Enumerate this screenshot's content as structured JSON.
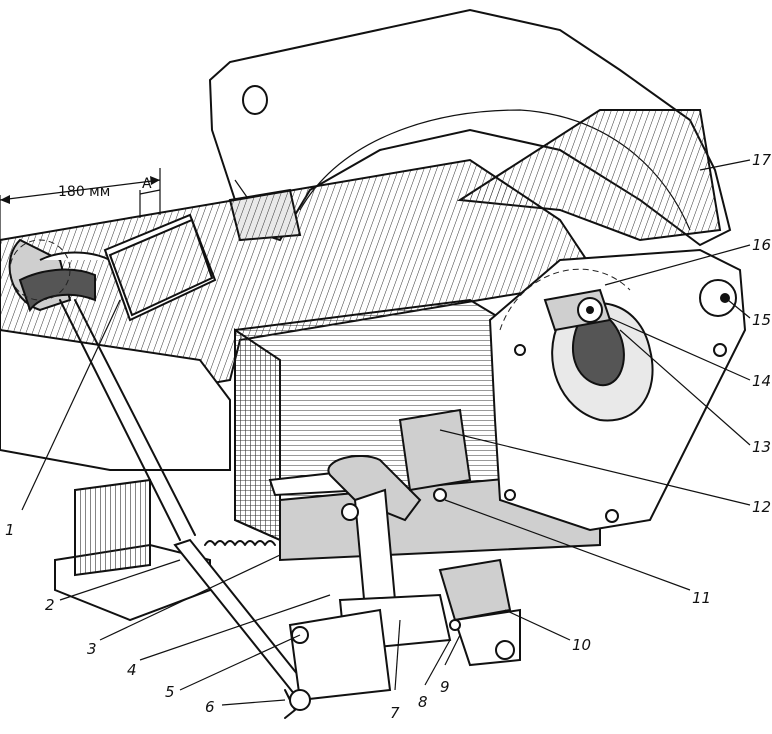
{
  "dimensions": {
    "pedal_travel": "180 мм",
    "free_play": "А"
  },
  "callouts": [
    "1",
    "2",
    "3",
    "4",
    "5",
    "6",
    "7",
    "8",
    "9",
    "10",
    "11",
    "12",
    "13",
    "14",
    "15",
    "16",
    "17"
  ]
}
